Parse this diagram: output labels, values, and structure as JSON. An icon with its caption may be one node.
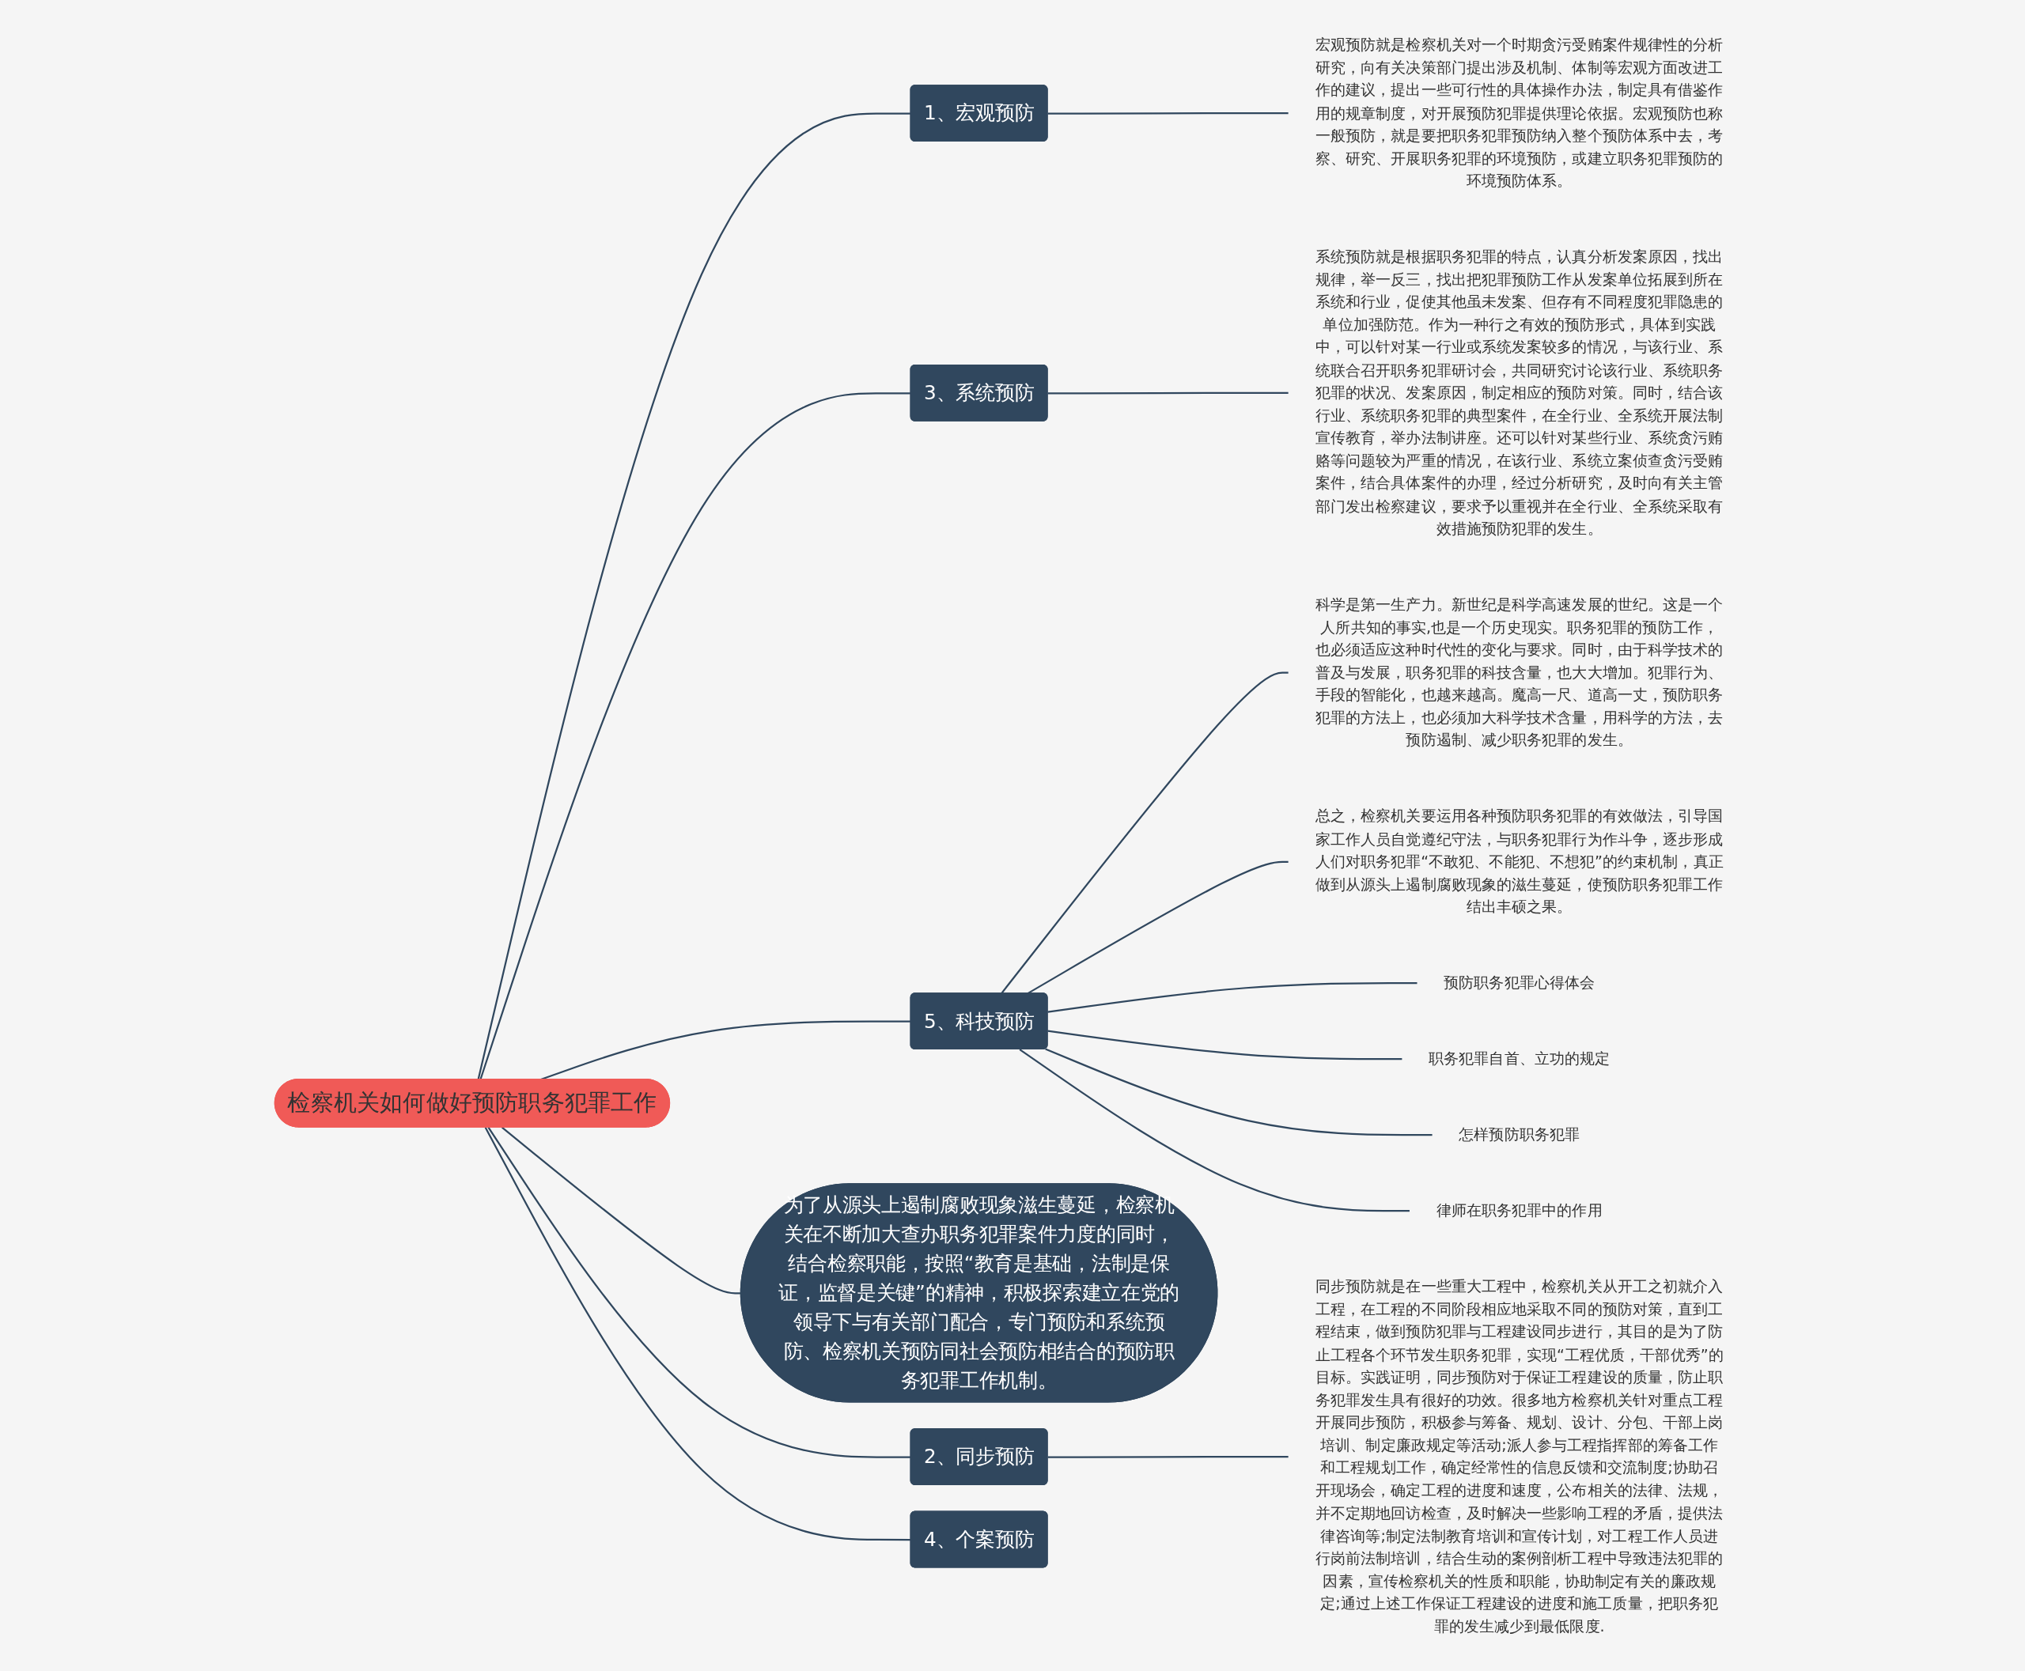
{
  "diagram": {
    "nodes": [
      {
        "text": [
          "检察机关如何做好预防职务犯罪工作"
        ]
      },
      {
        "text": [
          "1、宏观预防"
        ]
      },
      {
        "text": [
          "宏观预防就是检察机关对一个时期贪污受贿案件规律性的分析研究，向有关决策部门提出涉及机制、体制等宏观方面改进工作的建议，提出一些可行性的具体操作办法，制定具有借鉴作用的规章制度，对开展预防犯罪提供理论依据。宏观预防也称一般预防，就是要把职务犯罪预防纳入整个预防体系中去，考察、研究、开展职务犯罪的环境预防，或建立职务犯罪预防的环境预防体系。"
        ]
      },
      {
        "text": [
          "3、系统预防"
        ]
      },
      {
        "text": [
          "系统预防就是根据职务犯罪的特点，认真分析发案原因，找出规律，举一反三，找出把犯罪预防工作从发案单位拓展到所在系统和行业，促使其他虽未发案、但存有不同程度犯罪隐患的单位加强防范。作为一种行之有效的预防形式，具体到实践中，可以针对某一行业或系统发案较多的情况，与该行业、系统联合召开职务犯罪研讨会，共同研究讨论该行业、系统职务犯罪的状况、发案原因，制定相应的预防对策。同时，结合该行业、系统职务犯罪的典型案件，在全行业、全系统开展法制宣传教育，举办法制讲座。还可以针对某些行业、系统贪污贿赂等问题较为严重的情况，在该行业、系统立案侦查贪污受贿案件，结合具体案件的办理，经过分析研究，及时向有关主管部门发出检察建议，要求予以重视并在全行业、全系统采取有效措施预防犯罪的发生。"
        ]
      },
      {
        "text": [
          "5、科技预防"
        ]
      },
      {
        "text": [
          "科学是第一生产力。新世纪是科学高速发展的世纪。这是一个人所共知的事实,也是一个历史现实。职务犯罪的预防工作，也必须适应这种时代性的变化与要求。同时，由于科学技术的普及与发展，职务犯罪的科技含量，也大大增加。犯罪行为、手段的智能化，也越来越高。魔高一尺、道高一丈，预防职务犯罪的方法上，也必须加大科学技术含量，用科学的方法，去预防遏制、减少职务犯罪的发生。"
        ]
      },
      {
        "text": [
          "总之，检察机关要运用各种预防职务犯罪的有效做法，引导国家工作人员自觉遵纪守法，与职务犯罪行为作斗争，逐步形成人们对职务犯罪“不敢犯、不能犯、不想犯”的约束机制，真正做到从源头上遏制腐败现象的滋生蔓延，使预防职务犯罪工作结出丰硕之果。"
        ]
      },
      {
        "text": [
          "预防职务犯罪心得体会"
        ]
      },
      {
        "text": [
          "职务犯罪自首、立功的规定"
        ]
      },
      {
        "text": [
          "怎样预防职务犯罪"
        ]
      },
      {
        "text": [
          "律师在职务犯罪中的作用"
        ]
      },
      {
        "text": [
          "为了从源头上遏制腐败现象滋生蔓延，检察机关在不断加大查办职务犯罪案件力度的同时，结合检察职能，按照“教育是基础，法制是保证，监督是关键”的精神，积极探索建立在党的领导下与有关部门配合，专门预防和系统预防、检察机关预防同社会预防相结合的预防职务犯罪工作机制。"
        ]
      },
      {
        "text": [
          "2、同步预防"
        ]
      },
      {
        "text": [
          "同步预防就是在一些重大工程中，检察机关从开工之初就介入工程，在工程的不同阶段相应地采取不同的预防对策，直到工程结束，做到预防犯罪与工程建设同步进行，其目的是为了防止工程各个环节发生职务犯罪，实现“工程优质，干部优秀”的目标。实践证明，同步预防对于保证工程建设的质量，防止职务犯罪发生具有很好的功效。很多地方检察机关针对重点工程开展同步预防，积极参与筹备、规划、设计、分包、干部上岗培训、制定廉政规定等活动;派人参与工程指挥部的筹备工作和工程规划工作，确定经常性的信息反馈和交流制度;协助召开现场会，确定工程的进度和速度，公布相关的法律、法规，并不定期地回访检查，及时解决一些影响工程的矛盾，提供法律咨询等;制定法制教育培训和宣传计划，对工程工作人员进行岗前法制培训，结合生动的案例剖析工程中导致违法犯罪的因素，宣传检察机关的性质和职能，协助制定有关的廉政规定;通过上述工作保证工程建设的进度和施工质量，把职务犯罪的发生减少到最低限度."
        ]
      },
      {
        "text": [
          "4、个案预防"
        ]
      }
    ],
    "edges": [
      {
        "from": 0,
        "to": 1,
        "arrow": "none"
      },
      {
        "from": 1,
        "to": 2,
        "arrow": "none"
      },
      {
        "from": 0,
        "to": 3,
        "arrow": "none"
      },
      {
        "from": 3,
        "to": 4,
        "arrow": "none"
      },
      {
        "from": 0,
        "to": 5,
        "arrow": "none"
      },
      {
        "from": 5,
        "to": 6,
        "arrow": "none"
      },
      {
        "from": 5,
        "to": 7,
        "arrow": "none"
      },
      {
        "from": 5,
        "to": 8,
        "arrow": "none"
      },
      {
        "from": 5,
        "to": 9,
        "arrow": "none"
      },
      {
        "from": 5,
        "to": 10,
        "arrow": "none"
      },
      {
        "from": 5,
        "to": 11,
        "arrow": "none"
      },
      {
        "from": 0,
        "to": 12,
        "arrow": "none"
      },
      {
        "from": 0,
        "to": 13,
        "arrow": "none"
      },
      {
        "from": 13,
        "to": 14,
        "arrow": "none"
      },
      {
        "from": 0,
        "to": 15,
        "arrow": "none"
      }
    ]
  }
}
